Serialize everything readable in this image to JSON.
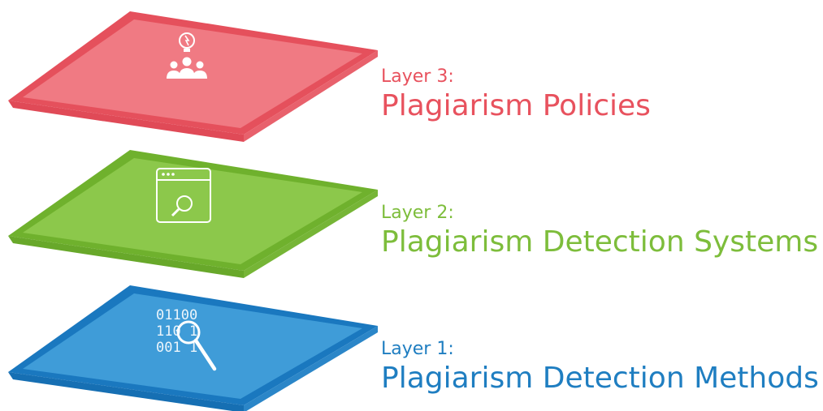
{
  "layers": [
    {
      "small": "Layer 3:",
      "big": "Plagiarism Policies",
      "color": "#e8525e",
      "top_color": "#f07a83",
      "edge_color": "#e5505c",
      "icon": "people-lightbulb-icon"
    },
    {
      "small": "Layer 2:",
      "big": "Plagiarism Detection Systems",
      "color": "#7dbd3b",
      "top_color": "#8cc84b",
      "edge_color": "#6fb12d",
      "icon": "browser-search-icon"
    },
    {
      "small": "Layer 1:",
      "big": "Plagiarism Detection Methods",
      "color": "#1f7ec1",
      "top_color": "#3f9cd8",
      "edge_color": "#1a78bf",
      "icon": "binary-magnifier-icon"
    }
  ]
}
